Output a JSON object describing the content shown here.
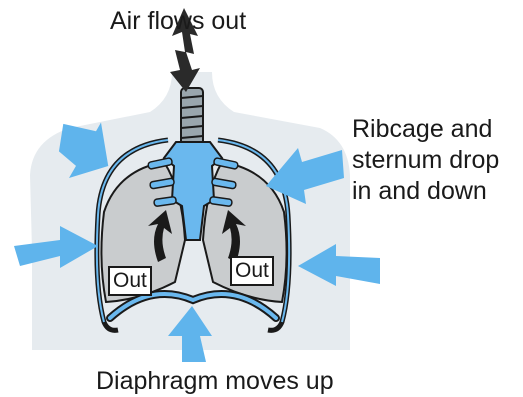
{
  "labels": {
    "top": "Air flows out",
    "side_line1": "Ribcage and",
    "side_line2": "sternum drop",
    "side_line3": "in and down",
    "bottom": "Diaphragm moves up",
    "out_left": "Out",
    "out_right": "Out"
  },
  "colors": {
    "arrow_blue": "#5fb4ec",
    "outline": "#1a1a1a",
    "body_silhouette": "#e6ebef",
    "lung_fill": "#c9ccce",
    "airway_blue": "#6ab8ee"
  }
}
